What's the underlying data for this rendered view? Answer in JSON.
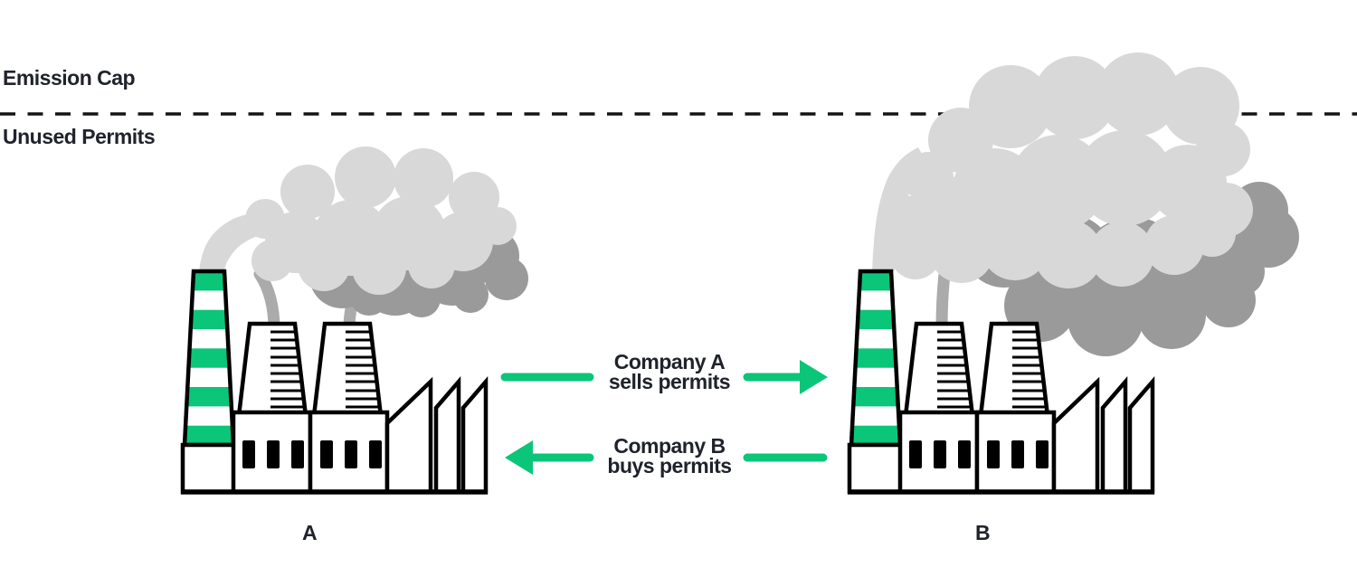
{
  "diagram": {
    "cap_line_label": "Emission Cap",
    "below_line_label": "Unused Permits",
    "transactions": [
      {
        "id": "sell",
        "line1": "Company A",
        "line2": "sells permits",
        "direction": "right"
      },
      {
        "id": "buy",
        "line1": "Company B",
        "line2": "buys permits",
        "direction": "left"
      }
    ],
    "factories": [
      {
        "label": "A",
        "emissions": "below cap"
      },
      {
        "label": "B",
        "emissions": "above cap"
      }
    ]
  },
  "colors": {
    "accent_green": "#0bc579",
    "smoke_light": "#d8d8d8",
    "smoke_dark": "#9a9a9a",
    "smoke_stem": "#ababab",
    "cap_line": "#141414",
    "outline": "#000000",
    "text_dark": "#20232b"
  }
}
